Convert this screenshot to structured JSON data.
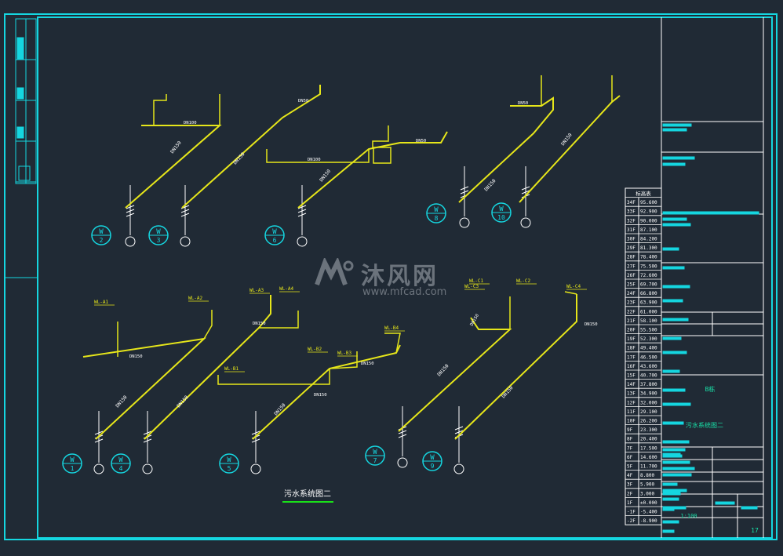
{
  "watermark": {
    "text": "沐风网",
    "url": "www.mfcad.com"
  },
  "drawing_title": "污水系统图二",
  "title_block": {
    "project": "B栋",
    "sheet_title": "污水系统图二",
    "scale": "1:100",
    "sheet_no": "17"
  },
  "elevation_table": {
    "header": "标高表",
    "rows": [
      [
        "34F",
        "95.600"
      ],
      [
        "33F",
        "92.900"
      ],
      [
        "32F",
        "90.000"
      ],
      [
        "31F",
        "87.100"
      ],
      [
        "30F",
        "84.200"
      ],
      [
        "29F",
        "81.300"
      ],
      [
        "28F",
        "78.400"
      ],
      [
        "27F",
        "75.500"
      ],
      [
        "26F",
        "72.600"
      ],
      [
        "25F",
        "69.700"
      ],
      [
        "24F",
        "66.800"
      ],
      [
        "23F",
        "63.900"
      ],
      [
        "22F",
        "61.000"
      ],
      [
        "21F",
        "58.100"
      ],
      [
        "20F",
        "55.500"
      ],
      [
        "19F",
        "52.300"
      ],
      [
        "18F",
        "49.400"
      ],
      [
        "17F",
        "46.500"
      ],
      [
        "16F",
        "43.600"
      ],
      [
        "15F",
        "40.700"
      ],
      [
        "14F",
        "37.800"
      ],
      [
        "13F",
        "34.900"
      ],
      [
        "12F",
        "32.000"
      ],
      [
        "11F",
        "29.100"
      ],
      [
        "10F",
        "26.200"
      ],
      [
        "9F",
        "23.300"
      ],
      [
        "8F",
        "20.400"
      ],
      [
        "7F",
        "17.500"
      ],
      [
        "6F",
        "14.600"
      ],
      [
        "5F",
        "11.700"
      ],
      [
        "4F",
        "8.800"
      ],
      [
        "3F",
        "5.900"
      ],
      [
        "2F",
        "3.000"
      ],
      [
        "1F",
        "±0.000"
      ],
      [
        "-1F",
        "-5.400"
      ],
      [
        "-2F",
        "-8.900"
      ]
    ]
  },
  "risers": [
    {
      "id": "W",
      "num": "2"
    },
    {
      "id": "W",
      "num": "3"
    },
    {
      "id": "W",
      "num": "6"
    },
    {
      "id": "W",
      "num": "8"
    },
    {
      "id": "W",
      "num": "10"
    },
    {
      "id": "W",
      "num": "1"
    },
    {
      "id": "W",
      "num": "4"
    },
    {
      "id": "W",
      "num": "5"
    },
    {
      "id": "W",
      "num": "7"
    },
    {
      "id": "W",
      "num": "9"
    }
  ],
  "pipe_labels": {
    "dn150": "DN150",
    "dn100": "DN100",
    "dn50": "DN50"
  },
  "branch_tags": [
    "WL-A1",
    "WL-A2",
    "WL-A3",
    "WL-A4",
    "WL-B1",
    "WL-B2",
    "WL-B3",
    "WL-B4",
    "WL-C1",
    "WL-C2",
    "WL-C3",
    "WL-C4"
  ],
  "colors": {
    "pipe": "#e6e61a",
    "frame": "#15d6e0",
    "text": "#ffffff",
    "accent": "#00e0e0"
  }
}
